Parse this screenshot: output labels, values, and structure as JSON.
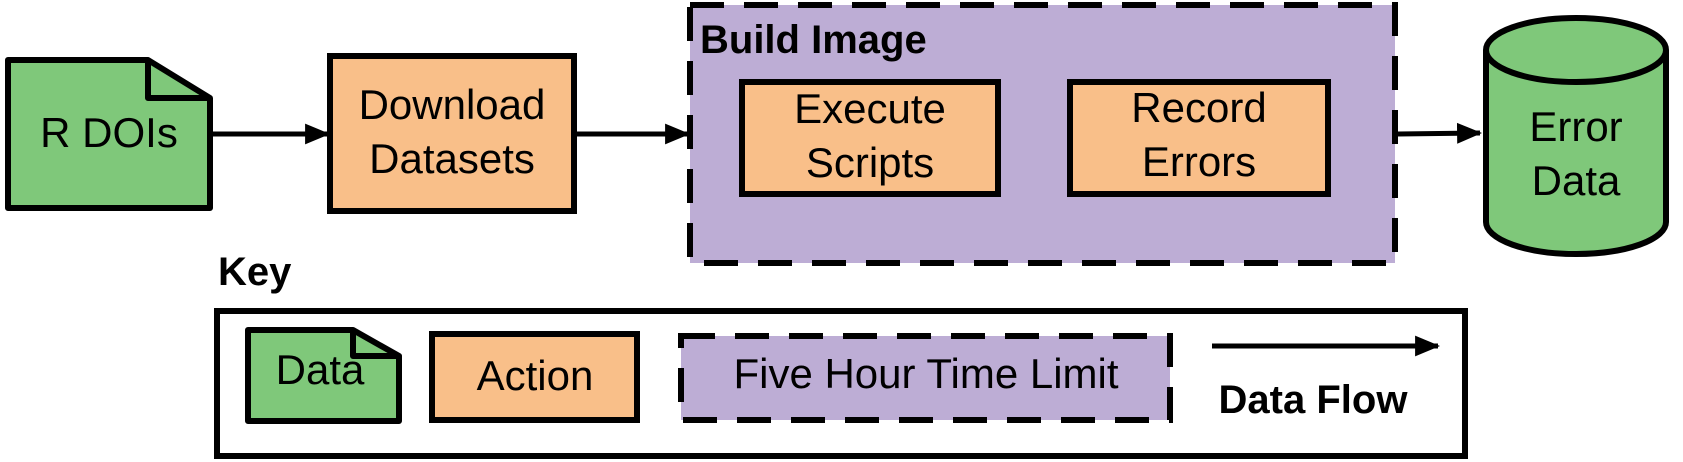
{
  "colors": {
    "data_fill": "#7fc87a",
    "action_fill": "#f9bf89",
    "time_limit_fill": "#bdadd5",
    "stroke": "#000000"
  },
  "flow": {
    "r_dois": "R DOIs",
    "download_line1": "Download",
    "download_line2": "Datasets",
    "build_image_title": "Build Image",
    "execute_line1": "Execute",
    "execute_line2": "Scripts",
    "record_line1": "Record",
    "record_line2": "Errors",
    "error_line1": "Error",
    "error_line2": "Data"
  },
  "key": {
    "title": "Key",
    "data": "Data",
    "action": "Action",
    "time_limit": "Five Hour Time Limit",
    "data_flow": "Data Flow"
  }
}
